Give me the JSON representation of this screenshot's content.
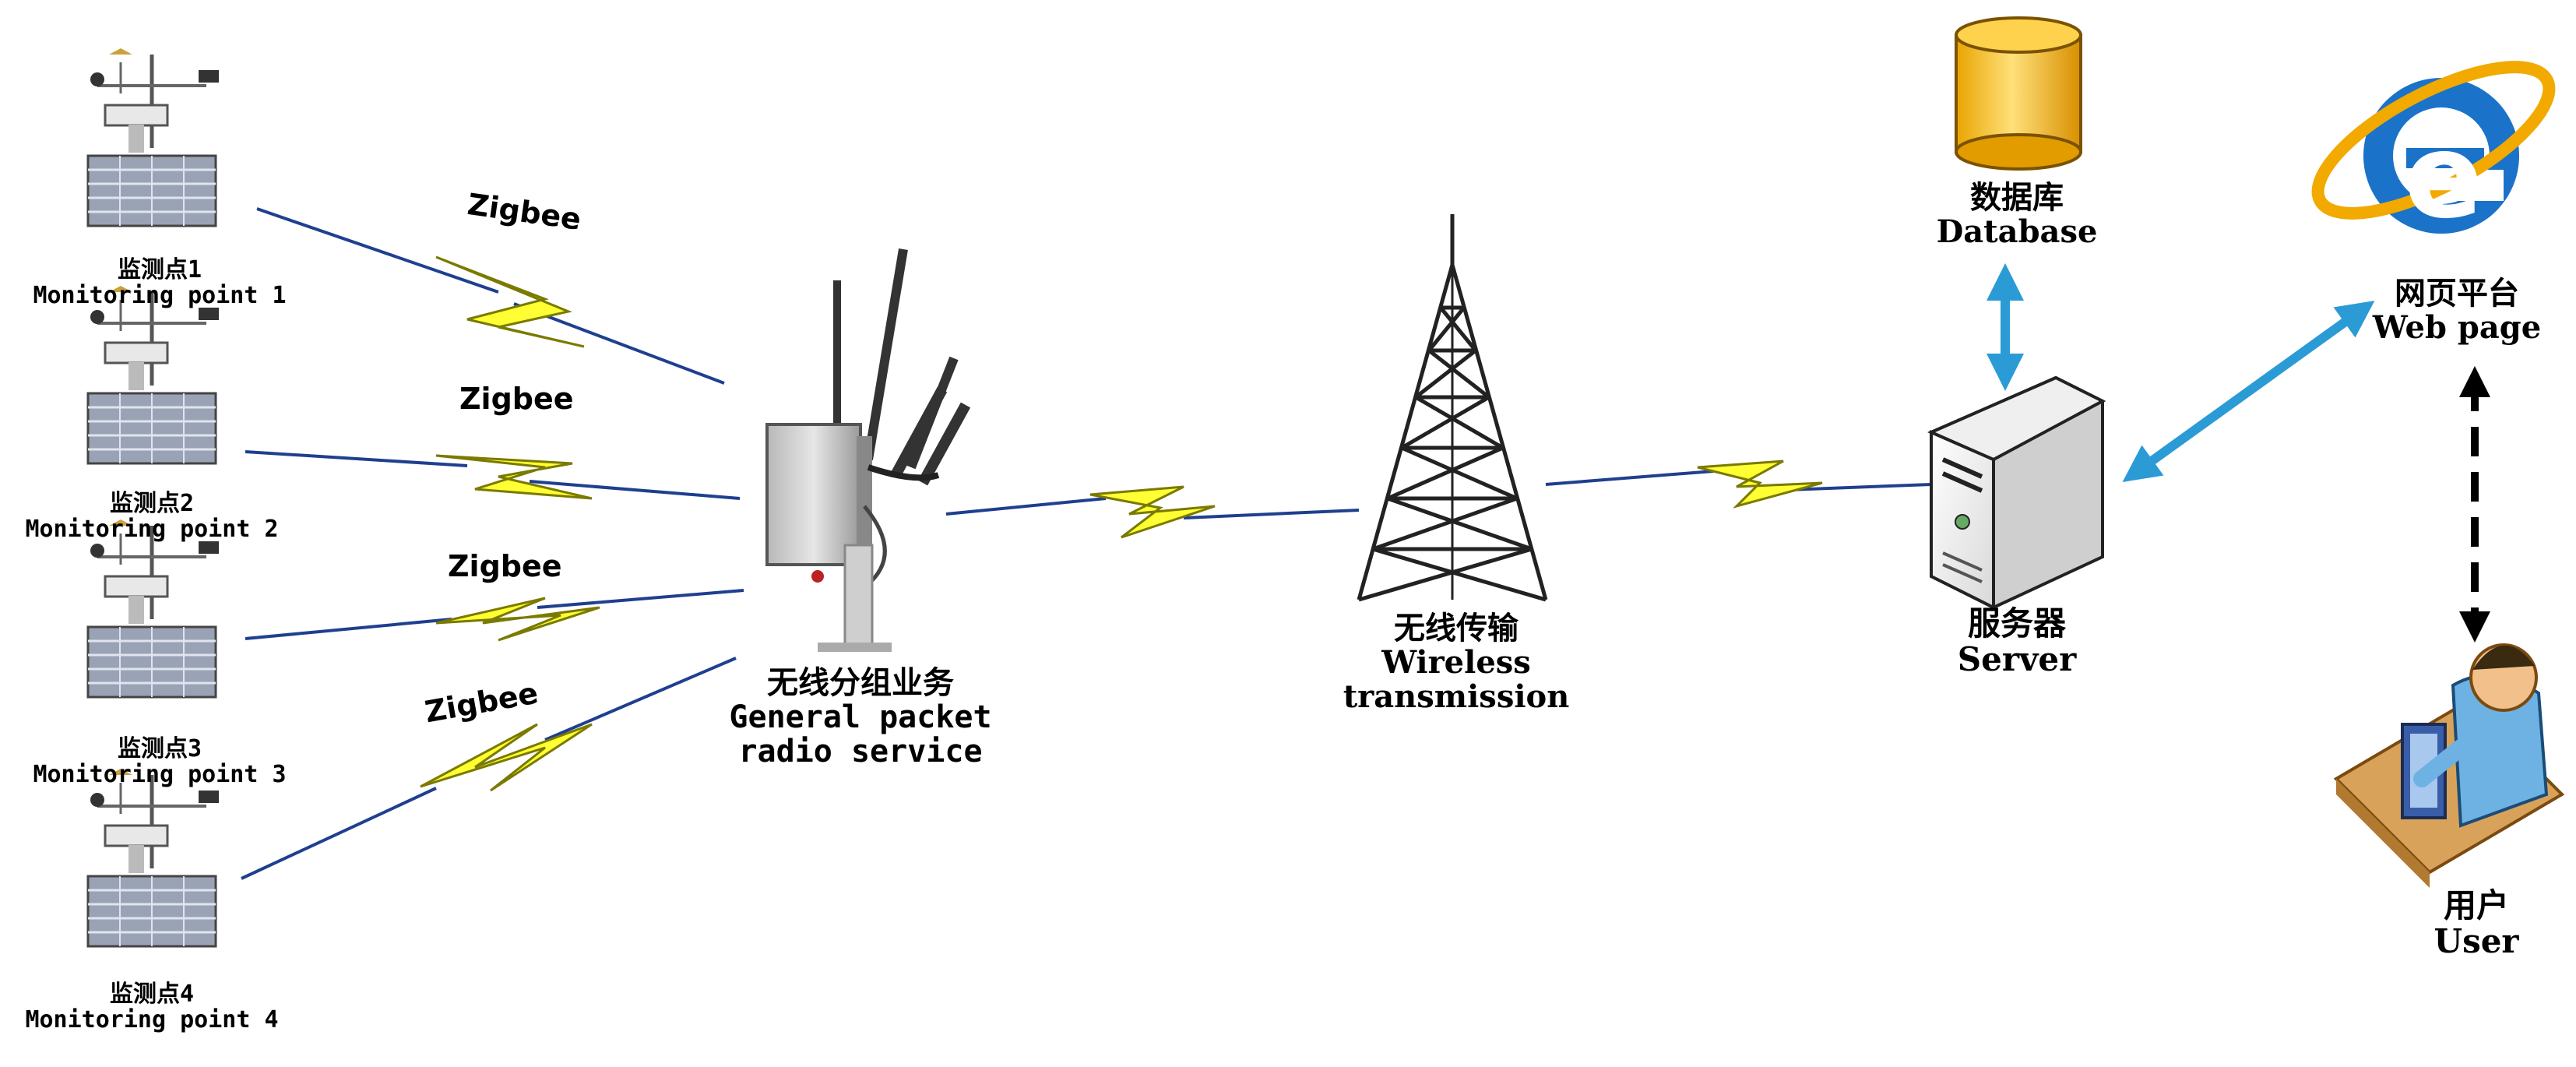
{
  "monitoring_points": [
    {
      "cn": "监测点1",
      "en": "Monitoring point 1"
    },
    {
      "cn": "监测点2",
      "en": "Monitoring point 2"
    },
    {
      "cn": "监测点3",
      "en": "Monitoring point 3"
    },
    {
      "cn": "监测点4",
      "en": "Monitoring point 4"
    }
  ],
  "links": {
    "zigbee": [
      "Zigbee",
      "Zigbee",
      "Zigbee",
      "Zigbee"
    ]
  },
  "gprs": {
    "cn": "无线分组业务",
    "en_line1": "General packet",
    "en_line2": "radio service"
  },
  "tower": {
    "cn": "无线传输",
    "en_line1": "Wireless",
    "en_line2": "transmission"
  },
  "database": {
    "cn": "数据库",
    "en": "Database"
  },
  "server": {
    "cn": "服务器",
    "en": "Server"
  },
  "webpage": {
    "cn": "网页平台",
    "en": "Web page",
    "logo_letter": "e"
  },
  "user": {
    "cn": "用户",
    "en": "User"
  },
  "colors": {
    "zigbee_fill": "#ffff33",
    "link_line": "#1f3f8f",
    "db_fill": "#f5b800",
    "arrow_blue": "#2b9bd6",
    "ie_blue": "#1a73c9",
    "ie_ring": "#f2a900",
    "desk": "#d9a25a",
    "person": "#6db2e3"
  }
}
